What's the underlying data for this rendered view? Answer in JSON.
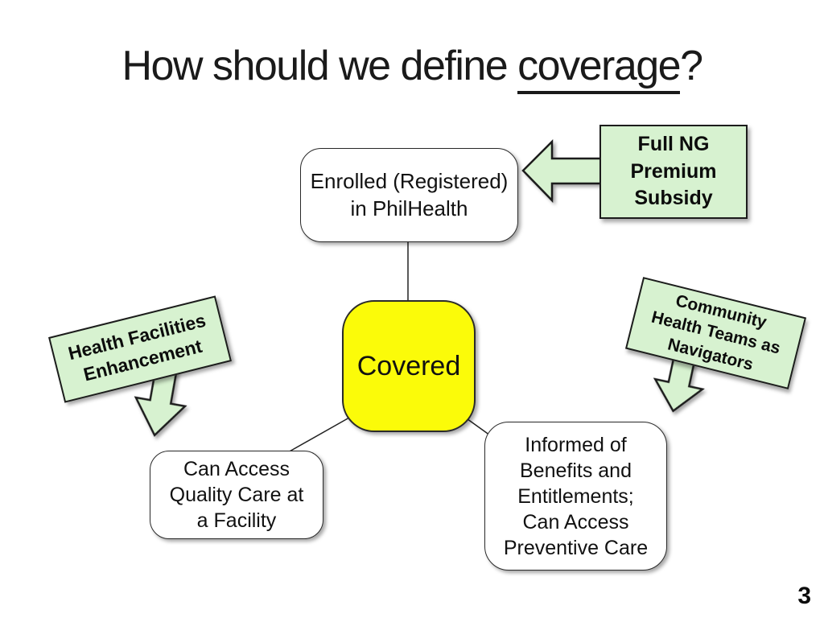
{
  "slide": {
    "title": {
      "prefix": "How should we define ",
      "underlined_word": "coverage",
      "suffix": "?"
    },
    "page_number": "3"
  },
  "diagram": {
    "center_node": {
      "label": "Covered"
    },
    "top_node": {
      "lines": [
        "Enrolled (Registered)",
        "in PhilHealth"
      ]
    },
    "bottom_left_node": {
      "lines": [
        "Can Access",
        "Quality Care at",
        "a Facility"
      ]
    },
    "bottom_right_node": {
      "lines": [
        "Informed of",
        "Benefits and",
        "Entitlements;",
        "Can Access",
        "Preventive Care"
      ]
    }
  },
  "callouts": {
    "full_ng_premium_subsidy": {
      "lines": [
        "Full NG",
        "Premium",
        "Subsidy"
      ],
      "arrow_direction": "left"
    },
    "health_facilities_enhancement": {
      "lines": [
        "Health Facilities",
        "Enhancement"
      ],
      "arrow_direction": "down"
    },
    "community_health_teams": {
      "lines": [
        "Community",
        "Health Teams as",
        "Navigators"
      ],
      "arrow_direction": "down"
    }
  },
  "colors": {
    "callout_fill": "#d7f2d0",
    "center_node_fill": "#fbfb09",
    "outline": "#1c1c1c",
    "text": "#111111"
  }
}
